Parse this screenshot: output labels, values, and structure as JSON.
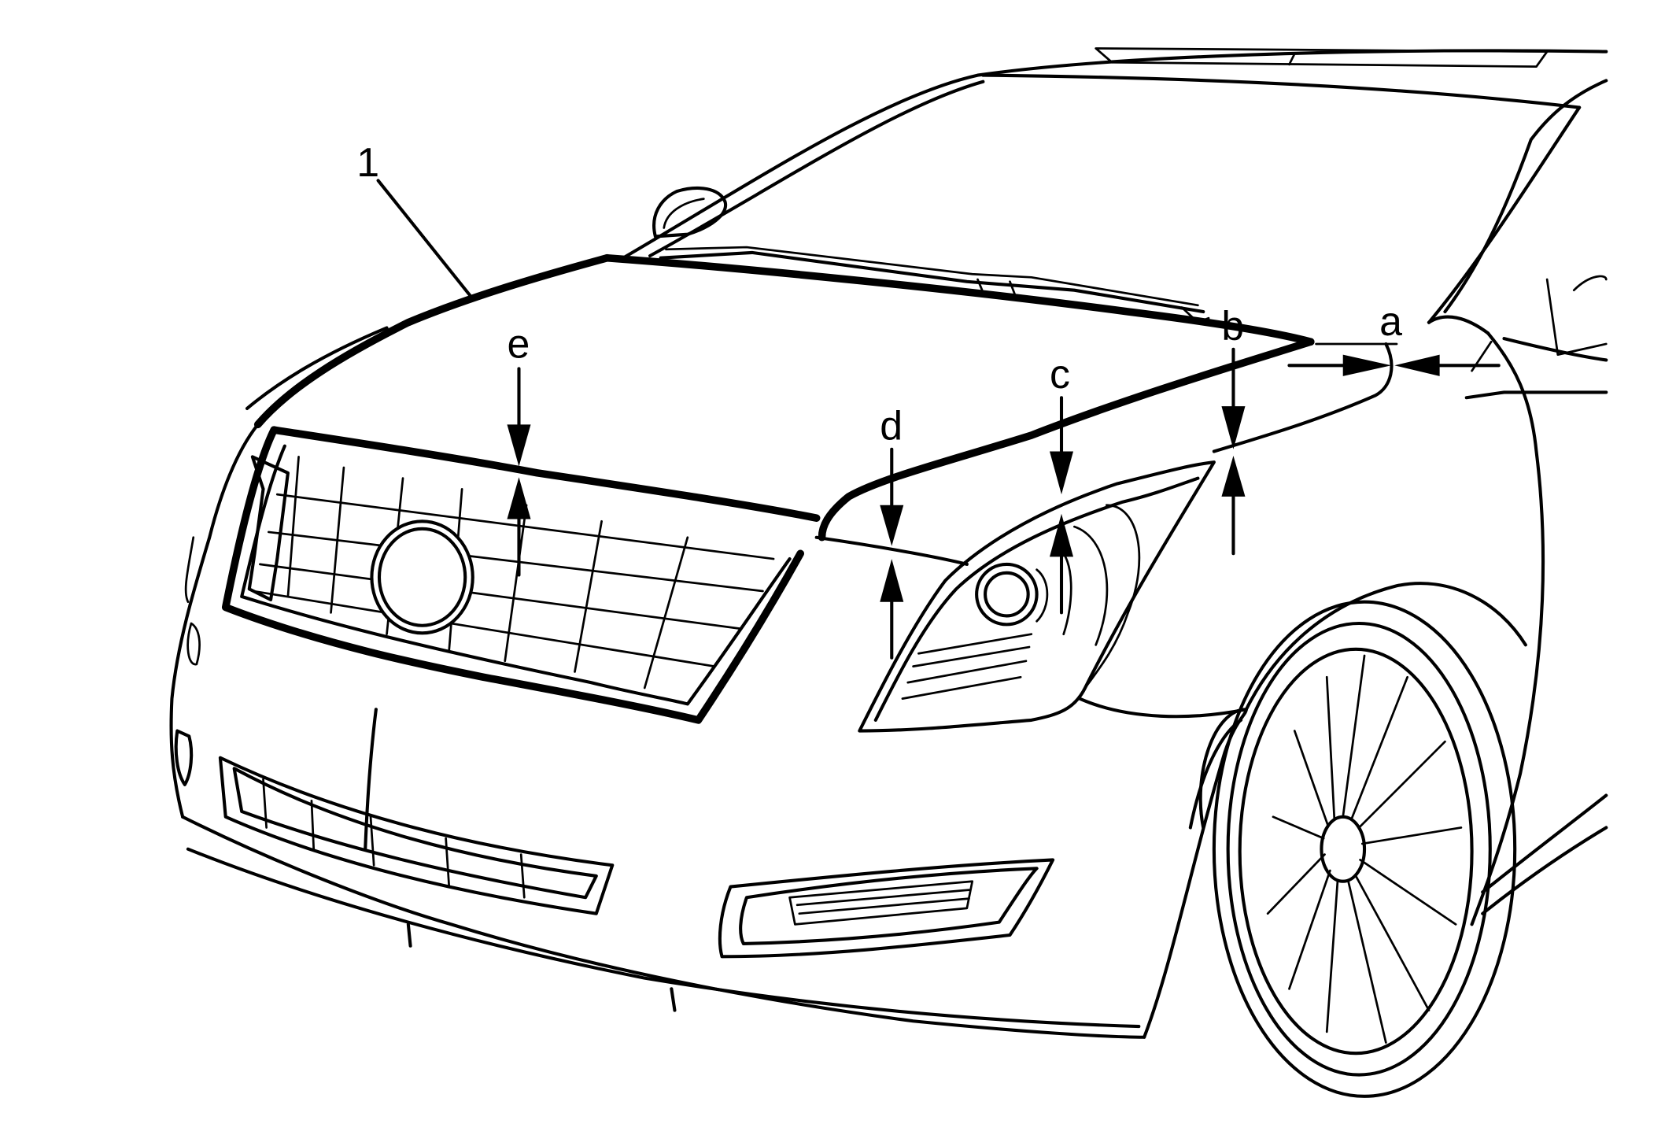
{
  "diagram": {
    "callout": {
      "number": "1"
    },
    "gap_labels": {
      "a": "a",
      "b": "b",
      "c": "c",
      "d": "d",
      "e": "e"
    },
    "line_color": "#000000",
    "background_color": "#ffffff"
  }
}
